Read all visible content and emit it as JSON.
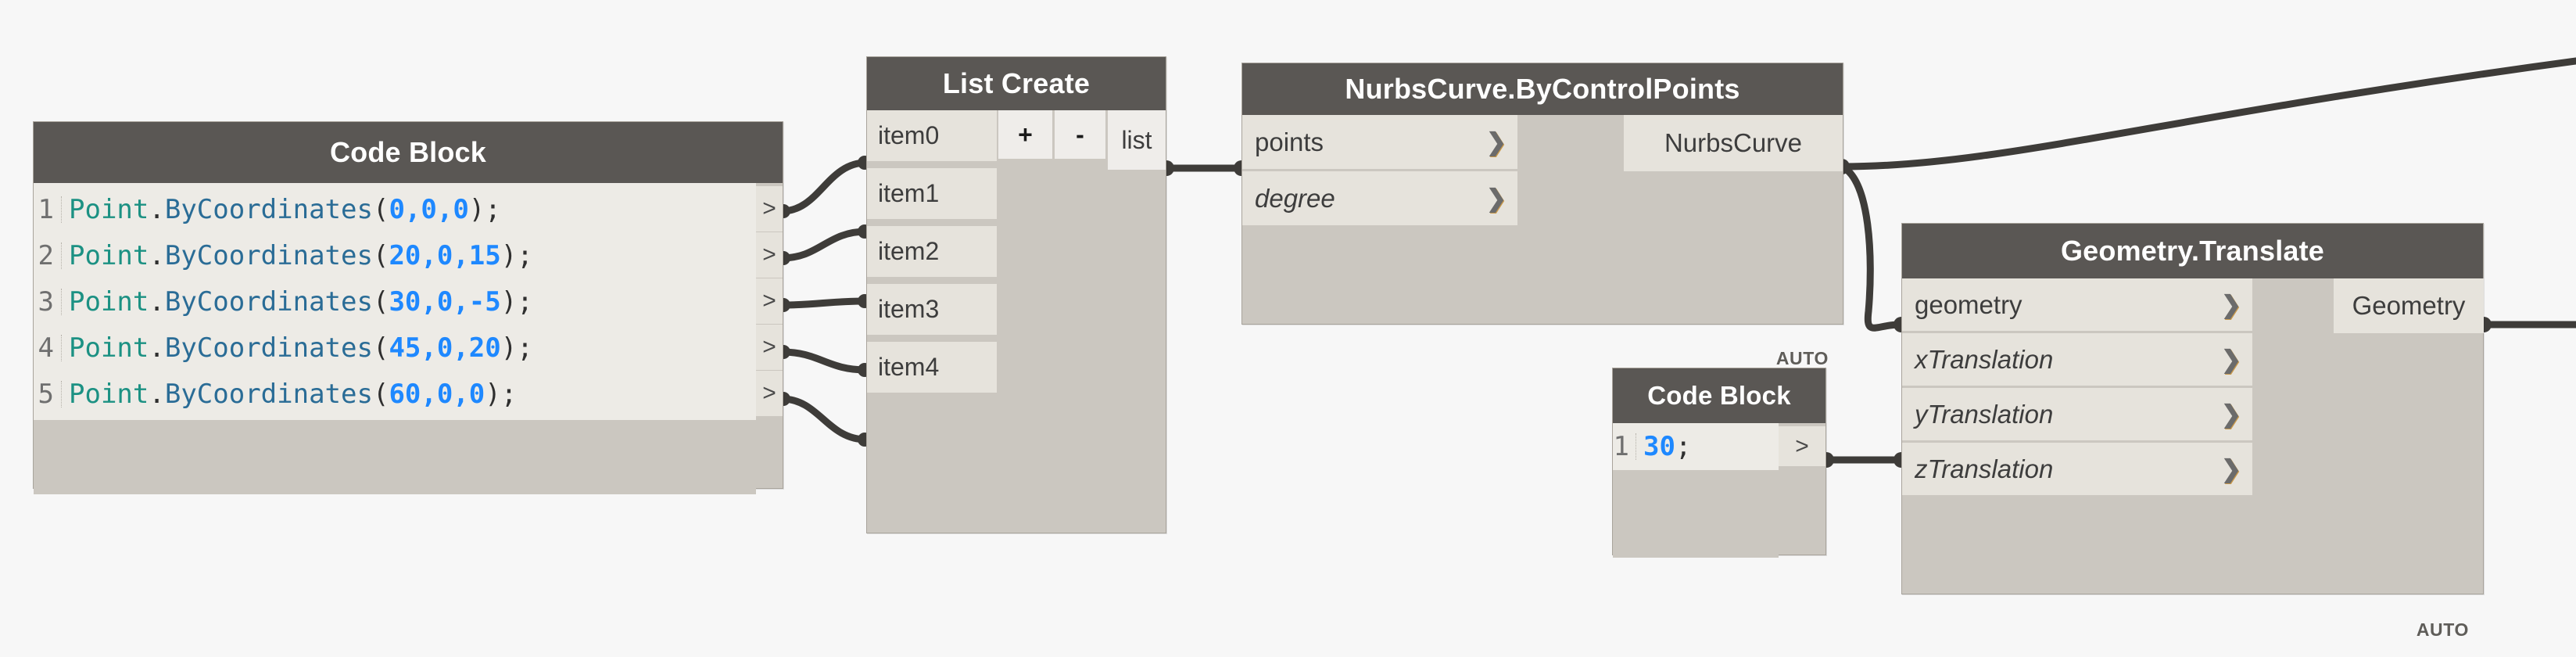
{
  "canvas": {
    "background": "#f7f7f7",
    "wire_color": "#3e3c39",
    "header_color": "#5a5754",
    "node_body_color": "#cbc7c0",
    "port_color": "#e6e3dc",
    "editor_color": "#edebe6",
    "accent_number_color": "#1e88ff",
    "accent_class_color": "#1c9183",
    "accent_method_color": "#2a6c96"
  },
  "nodes": {
    "code_block_points": {
      "title": "Code Block",
      "lines": [
        {
          "n": "1",
          "class": "Point",
          "dot": ".",
          "method": "ByCoordinates",
          "open": "(",
          "args": "0,0,0",
          "close": ");",
          "text": "Point.ByCoordinates(0,0,0);"
        },
        {
          "n": "2",
          "class": "Point",
          "dot": ".",
          "method": "ByCoordinates",
          "open": "(",
          "args": "20,0,15",
          "close": ");",
          "text": "Point.ByCoordinates(20,0,15);"
        },
        {
          "n": "3",
          "class": "Point",
          "dot": ".",
          "method": "ByCoordinates",
          "open": "(",
          "args": "30,0,-5",
          "close": ");",
          "text": "Point.ByCoordinates(30,0,-5);"
        },
        {
          "n": "4",
          "class": "Point",
          "dot": ".",
          "method": "ByCoordinates",
          "open": "(",
          "args": "45,0,20",
          "close": ");",
          "text": "Point.ByCoordinates(45,0,20);"
        },
        {
          "n": "5",
          "class": "Point",
          "dot": ".",
          "method": "ByCoordinates",
          "open": "(",
          "args": "60,0,0",
          "close": ");",
          "text": "Point.ByCoordinates(60,0,0);"
        }
      ],
      "port_glyph": ">",
      "port_count": 5
    },
    "list_create": {
      "title": "List Create",
      "items": [
        {
          "label": "item0"
        },
        {
          "label": "item1"
        },
        {
          "label": "item2"
        },
        {
          "label": "item3"
        },
        {
          "label": "item4"
        }
      ],
      "add_label": "+",
      "remove_label": "-",
      "output_label": "list"
    },
    "nurbs_curve": {
      "title": "NurbsCurve.ByControlPoints",
      "inputs": [
        {
          "label": "points",
          "optional": false,
          "chevron": "❯"
        },
        {
          "label": "degree",
          "optional": true,
          "chevron": "❯"
        }
      ],
      "output_label": "NurbsCurve",
      "run_mode": "AUTO"
    },
    "code_block_translation": {
      "title": "Code Block",
      "lines": [
        {
          "n": "1",
          "num": "30",
          "term": ";",
          "text": "30;"
        }
      ],
      "port_glyph": ">",
      "port_count": 1
    },
    "geometry_translate": {
      "title": "Geometry.Translate",
      "inputs": [
        {
          "label": "geometry",
          "optional": false,
          "chevron": "❯"
        },
        {
          "label": "xTranslation",
          "optional": true,
          "chevron": "❯"
        },
        {
          "label": "yTranslation",
          "optional": true,
          "chevron": "❯"
        },
        {
          "label": "zTranslation",
          "optional": true,
          "chevron": "❯"
        }
      ],
      "output_label": "Geometry",
      "run_mode": "AUTO"
    }
  }
}
